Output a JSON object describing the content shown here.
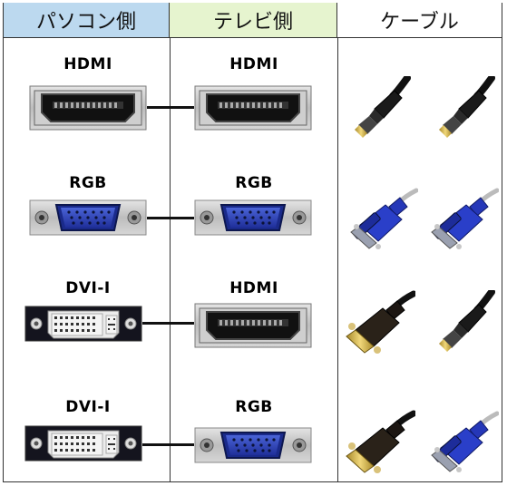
{
  "header": {
    "pc_side": "パソコン側",
    "tv_side": "テレビ側",
    "cable": "ケーブル"
  },
  "rows": [
    {
      "pc": "HDMI",
      "tv": "HDMI",
      "cable_left": "hdmi-plug",
      "cable_right": "hdmi-plug"
    },
    {
      "pc": "RGB",
      "tv": "RGB",
      "cable_left": "vga-plug",
      "cable_right": "vga-plug"
    },
    {
      "pc": "DVI-I",
      "tv": "HDMI",
      "cable_left": "dvi-plug",
      "cable_right": "hdmi-plug"
    },
    {
      "pc": "DVI-I",
      "tv": "RGB",
      "cable_left": "dvi-plug",
      "cable_right": "vga-plug"
    }
  ]
}
